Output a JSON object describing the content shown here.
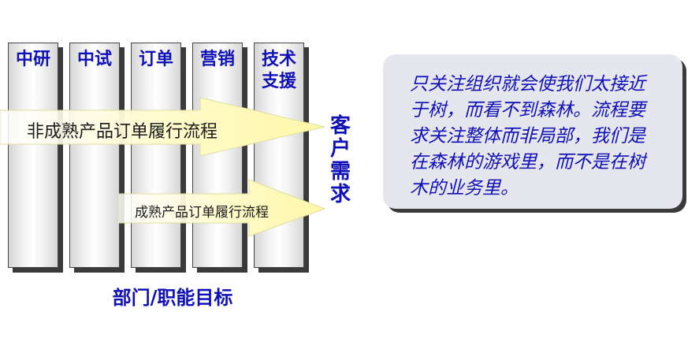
{
  "columns": [
    {
      "label": "中研"
    },
    {
      "label": "中试"
    },
    {
      "label": "订单"
    },
    {
      "label": "营销"
    },
    {
      "label": "技术\n支援"
    }
  ],
  "arrows": {
    "top_label": "非成熟产品订单履行流程",
    "bottom_label": "成熟产品订单履行流程"
  },
  "customer_label": "客户需求",
  "department_label": "部门/职能目标",
  "callout_text": "只关注组织就会使我们太接近于树，而看不到森林。流程要求关注整体而非局部，我们是在森林的游戏里，而不是在树木的业务里。",
  "colors": {
    "text_blue": "#1010b8",
    "arrow_fill": "#fffccc",
    "callout_bg": "#e6e6ee"
  }
}
